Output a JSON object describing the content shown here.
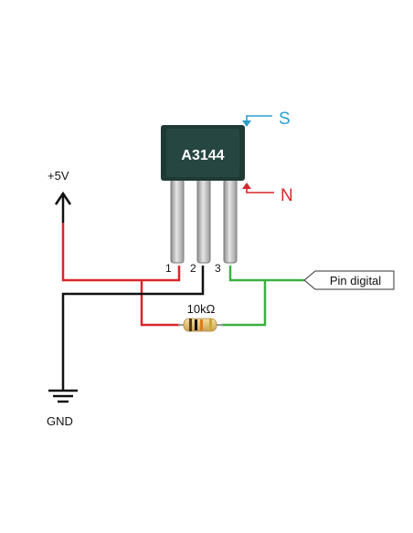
{
  "sensor": {
    "part_label": "A3144",
    "pins": [
      "1",
      "2",
      "3"
    ]
  },
  "poles": {
    "south": "S",
    "north": "N"
  },
  "power": {
    "vcc_label": "+5V",
    "gnd_label": "GND"
  },
  "resistor": {
    "value_label": "10kΩ"
  },
  "output": {
    "label": "Pin digital"
  },
  "colors": {
    "vcc_wire": "#d8262a",
    "gnd_wire": "#111111",
    "signal_wire": "#3cb043",
    "pole_south": "#2b9fcf",
    "pole_north": "#d8262a",
    "body": "#1f3a34"
  }
}
